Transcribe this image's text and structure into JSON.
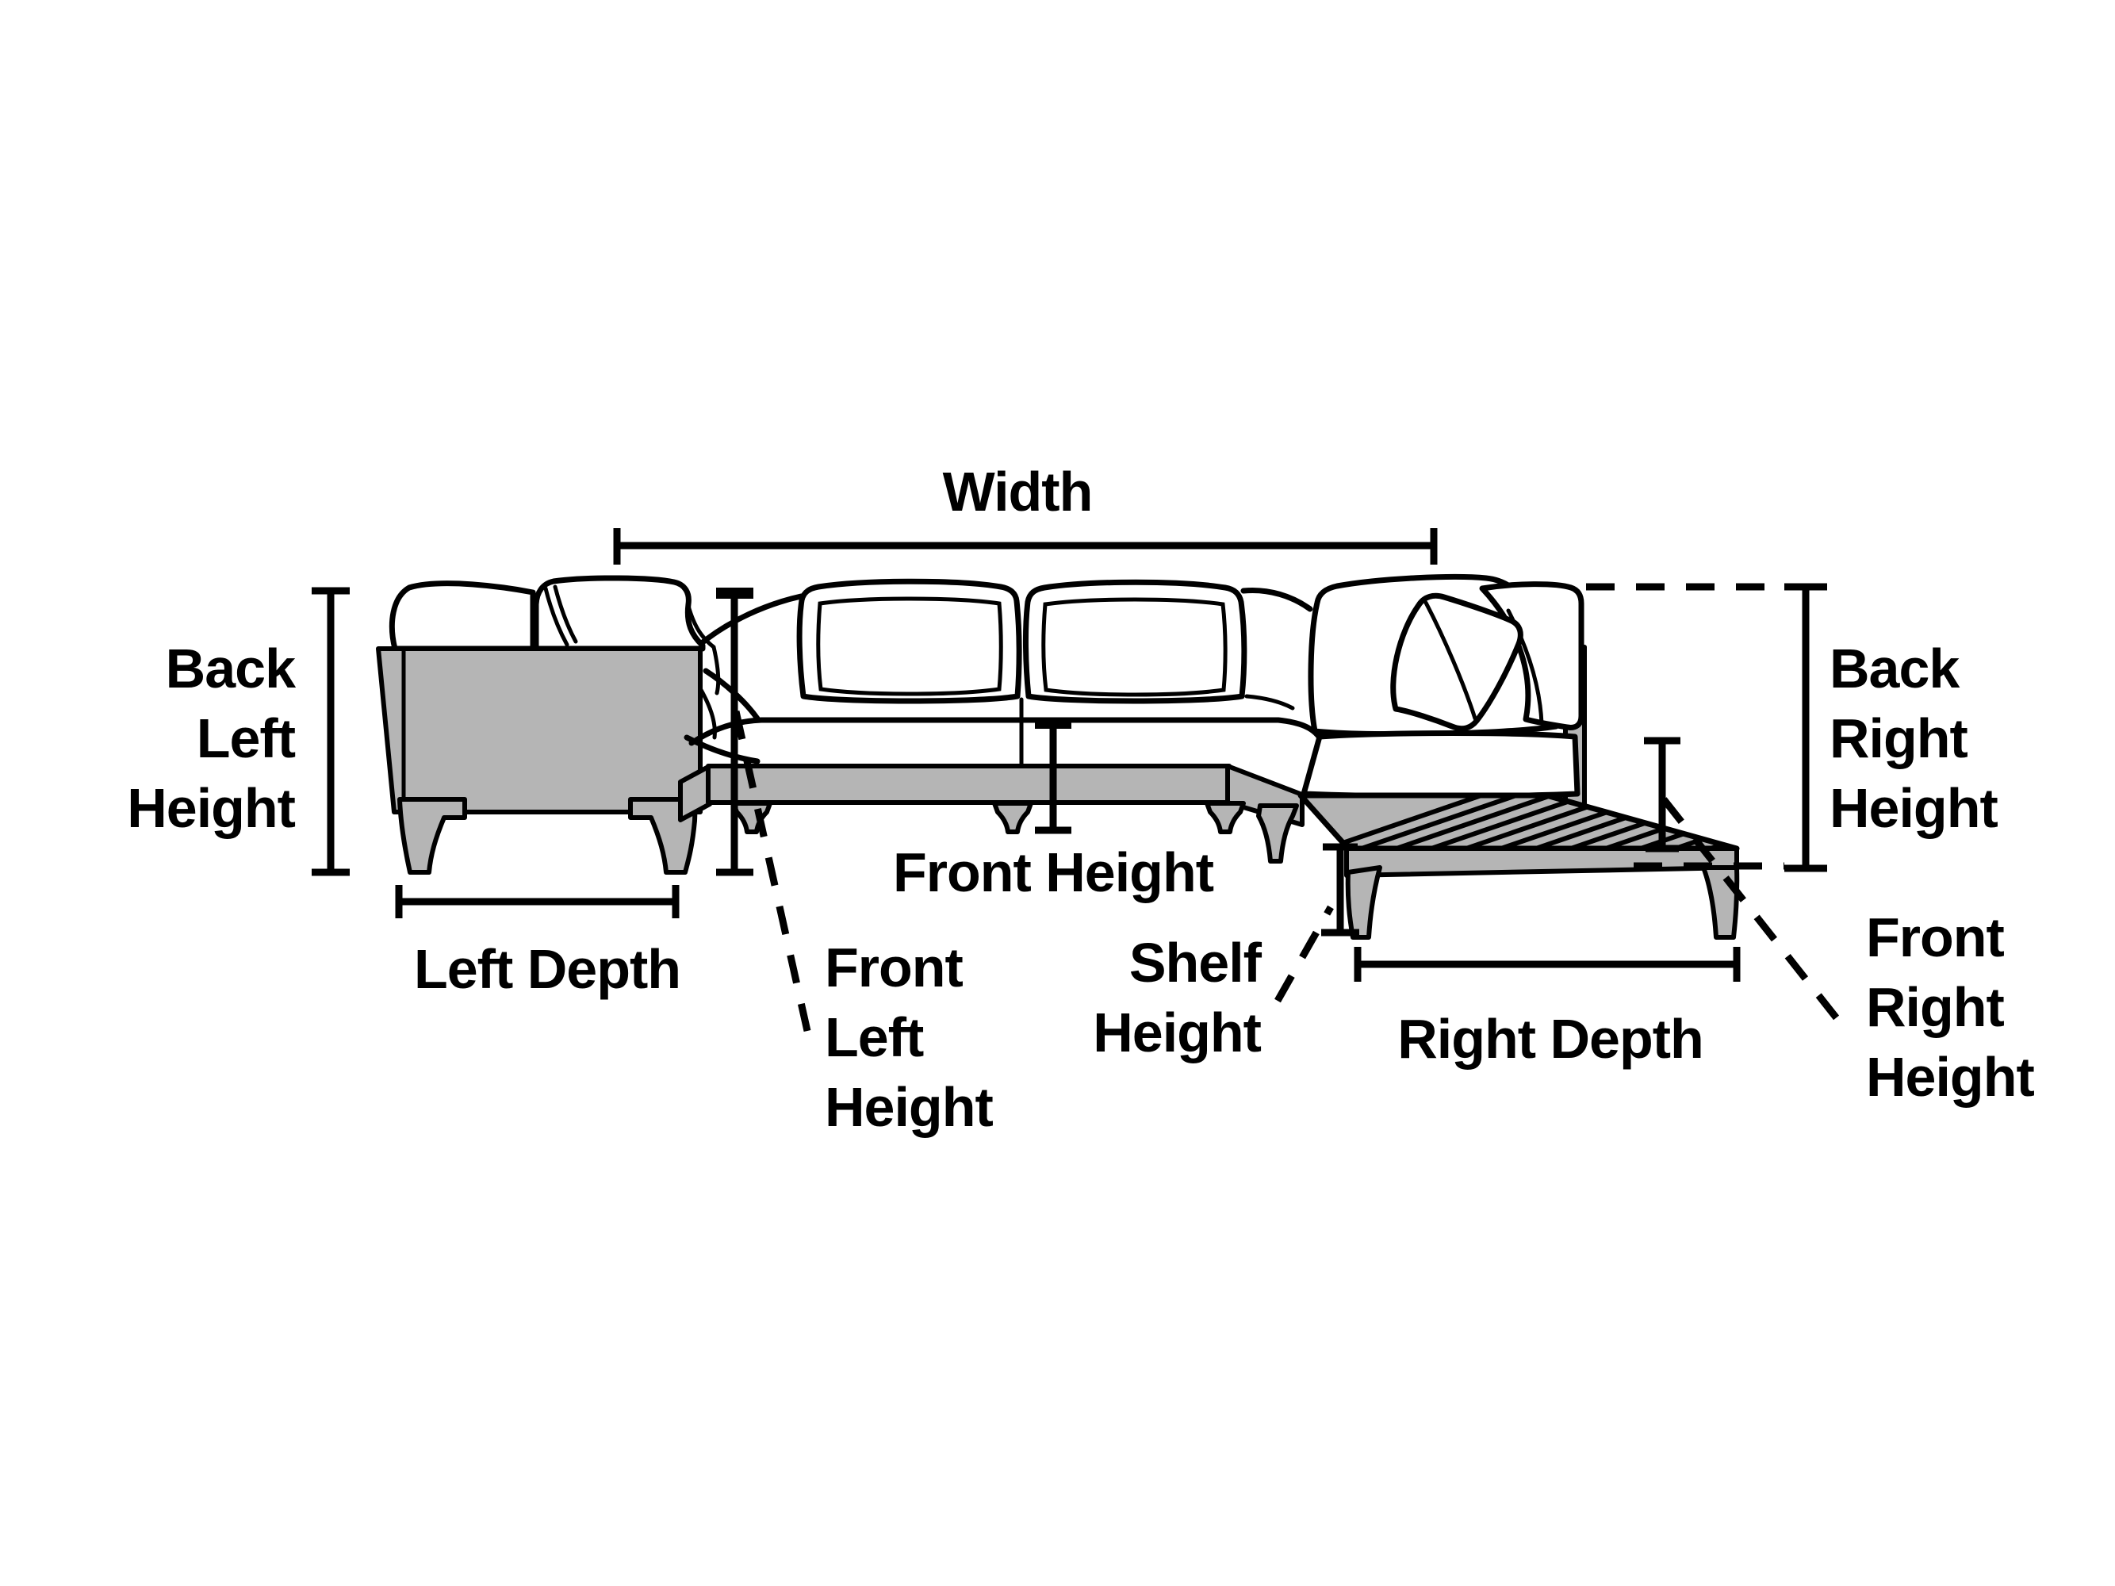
{
  "colors": {
    "ink": "#000000",
    "gray": "#b5b5b5",
    "background": "#ffffff"
  },
  "diagram": {
    "subject": "sectional-sofa-dimension-guide",
    "labels": {
      "width": "Width",
      "back_left_height": [
        "Back",
        "Left",
        "Height"
      ],
      "left_depth": "Left Depth",
      "front_left_height": [
        "Front",
        "Left",
        "Height"
      ],
      "front_height": "Front Height",
      "shelf_height": [
        "Shelf",
        "Height"
      ],
      "right_depth": "Right Depth",
      "back_right_height": [
        "Back",
        "Right",
        "Height"
      ],
      "front_right_height": [
        "Front",
        "Right",
        "Height"
      ]
    }
  }
}
